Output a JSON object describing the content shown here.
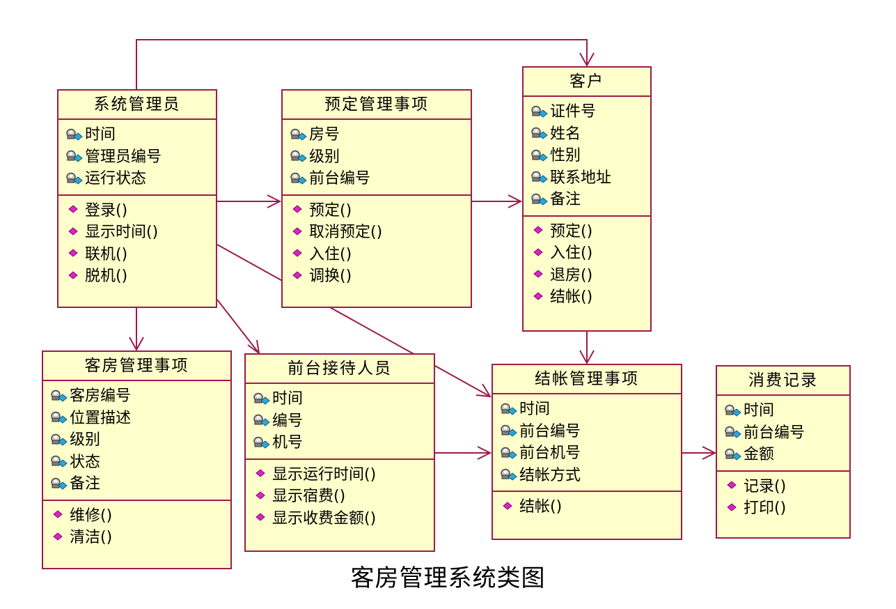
{
  "caption": "客房管理系统类图",
  "colors": {
    "line": "#9e1a4a",
    "fill": "#ffffcc",
    "attr_icon": "#2aa8d8",
    "op_icon": "#e020c8"
  },
  "classes": {
    "admin": {
      "name": "系统管理员",
      "attributes": [
        "时间",
        "管理员编号",
        "运行状态"
      ],
      "operations": [
        "登录()",
        "显示时间()",
        "联机()",
        "脱机()"
      ]
    },
    "booking": {
      "name": "预定管理事项",
      "attributes": [
        "房号",
        "级别",
        "前台编号"
      ],
      "operations": [
        "预定()",
        "取消预定()",
        "入住()",
        "调换()"
      ]
    },
    "customer": {
      "name": "客户",
      "attributes": [
        "证件号",
        "姓名",
        "性别",
        "联系地址",
        "备注"
      ],
      "operations": [
        "预定()",
        "入住()",
        "退房()",
        "结帐()"
      ]
    },
    "room": {
      "name": "客房管理事项",
      "attributes": [
        "客房编号",
        "位置描述",
        "级别",
        "状态",
        "备注"
      ],
      "operations": [
        "维修()",
        "清洁()"
      ]
    },
    "front": {
      "name": "前台接待人员",
      "attributes": [
        "时间",
        "编号",
        "机号"
      ],
      "operations": [
        "显示运行时间()",
        "显示宿费()",
        "显示收费金额()"
      ]
    },
    "billing": {
      "name": "结帐管理事项",
      "attributes": [
        "时间",
        "前台编号",
        "前台机号",
        "结帐方式"
      ],
      "operations": [
        "结帐()"
      ]
    },
    "record": {
      "name": "消费记录",
      "attributes": [
        "时间",
        "前台编号",
        "金额"
      ],
      "operations": [
        "记录()",
        "打印()"
      ]
    }
  },
  "relations": [
    {
      "from": "admin",
      "to": "customer"
    },
    {
      "from": "admin",
      "to": "booking"
    },
    {
      "from": "booking",
      "to": "customer"
    },
    {
      "from": "admin",
      "to": "billing"
    },
    {
      "from": "admin",
      "to": "room"
    },
    {
      "from": "admin",
      "to": "front"
    },
    {
      "from": "customer",
      "to": "billing"
    },
    {
      "from": "front",
      "to": "billing"
    },
    {
      "from": "billing",
      "to": "record"
    }
  ]
}
